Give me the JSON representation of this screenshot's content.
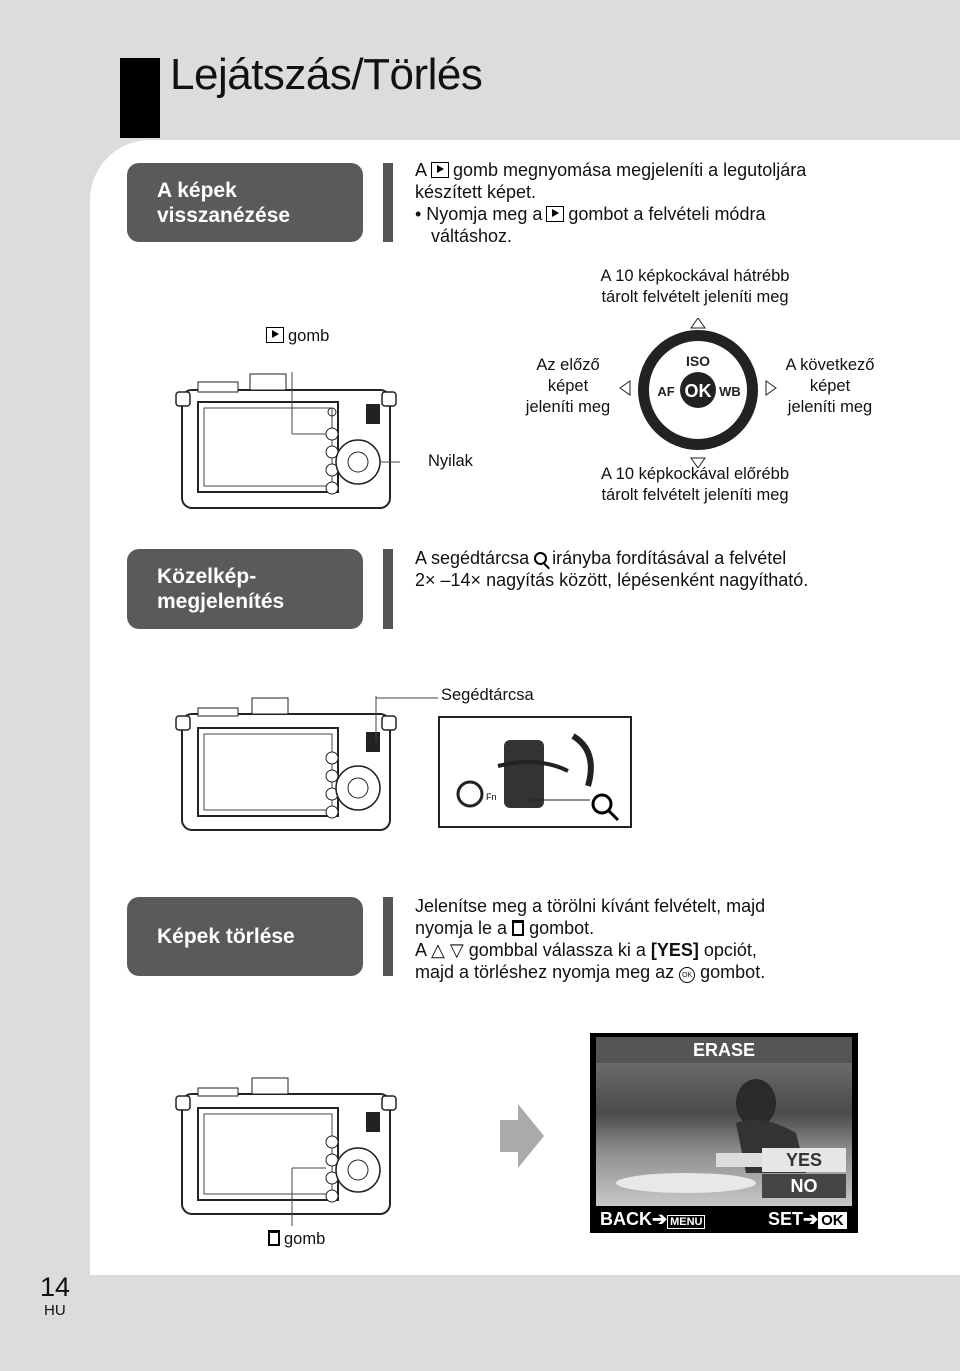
{
  "page": {
    "title": "Lejátszás/Törlés",
    "page_number": "14",
    "lang": "HU"
  },
  "sections": [
    {
      "label": "A képek\nvisszanézése",
      "text1_pre": "A",
      "text1_post": "gomb megnyomása megjeleníti a legutoljára",
      "text1_line2": "készített képet.",
      "bullet_pre": "• Nyomja meg a",
      "bullet_post": "gombot a felvételi módra",
      "bullet_line2": "váltáshoz."
    },
    {
      "label": "Közelkép-\nmegjelenítés",
      "line1_pre": "A segédtárcsa",
      "line1_post": "irányba fordításával a felvétel",
      "line2": "2× –14× nagyítás között, lépésenként nagyítható."
    },
    {
      "label": "Képek törlése",
      "line1": "Jelenítse meg a törölni kívánt felvételt, majd",
      "line2_pre": "nyomja le a",
      "line2_post": "gombot.",
      "line3_pre": "A",
      "line3_post": "gombbal válassza ki a",
      "line3_bold": "[YES]",
      "line3_end": "opciót,",
      "line4_pre": "majd a törléshez nyomja meg az",
      "line4_post": "gombot."
    }
  ],
  "dial_diagram": {
    "top_label": "A 10 képkockával hátrébb\ntárolt felvételt jeleníti meg",
    "left_label": "Az előző\nképet\njeleníti meg",
    "right_label": "A következő\nképet\njeleníti meg",
    "bottom_label": "A 10 képkockával előrébb\ntárolt felvételt jeleníti meg",
    "play_button_label": "gomb",
    "arrows_label": "Nyilak",
    "dial_iso": "ISO",
    "dial_ok": "OK",
    "dial_af": "AF",
    "dial_wb": "WB"
  },
  "zoom_diagram": {
    "sub_dial_label": "Segédtárcsa",
    "fn_label": "Fn"
  },
  "erase_diagram": {
    "trash_button_label": "gomb",
    "screen_title": "ERASE",
    "option_yes": "YES",
    "option_no": "NO",
    "back_label": "BACK",
    "back_key": "MENU",
    "set_label": "SET",
    "set_key": "OK"
  }
}
